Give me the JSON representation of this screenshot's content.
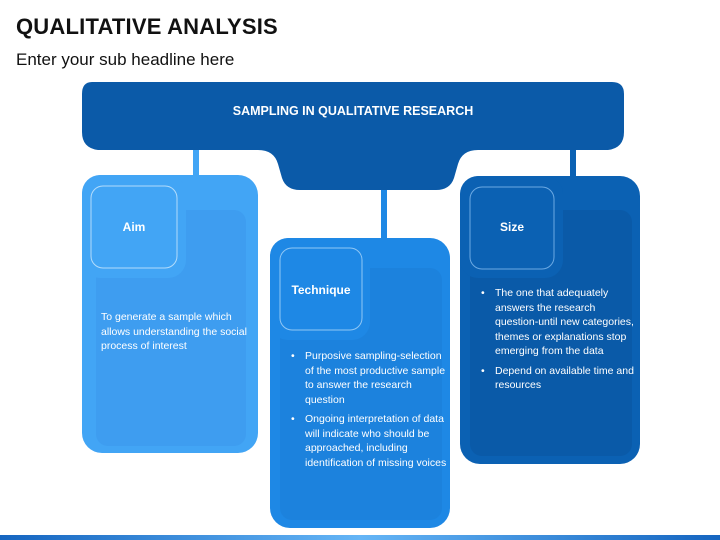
{
  "title": "QUALITATIVE ANALYSIS",
  "subtitle": "Enter your sub headline here",
  "header": "SAMPLING IN QUALITATIVE RESEARCH",
  "cards": [
    {
      "label": "Aim",
      "text": "To generate a sample which allows understanding the social process of interest"
    },
    {
      "label": "Technique",
      "bullets": [
        "Purposive sampling-selection of the most productive sample to answer the research question",
        "Ongoing interpretation of data will indicate who should be approached, including identification of missing voices"
      ]
    },
    {
      "label": "Size",
      "bullets": [
        "The one that adequately answers the research question-until new categories, themes or explanations stop emerging from the data",
        "Depend on available time and resources"
      ]
    }
  ],
  "colors": {
    "light": "#42a5f5",
    "mid": "#1e88e5",
    "dark": "#0b61b3",
    "header": "#0b5aa8"
  }
}
